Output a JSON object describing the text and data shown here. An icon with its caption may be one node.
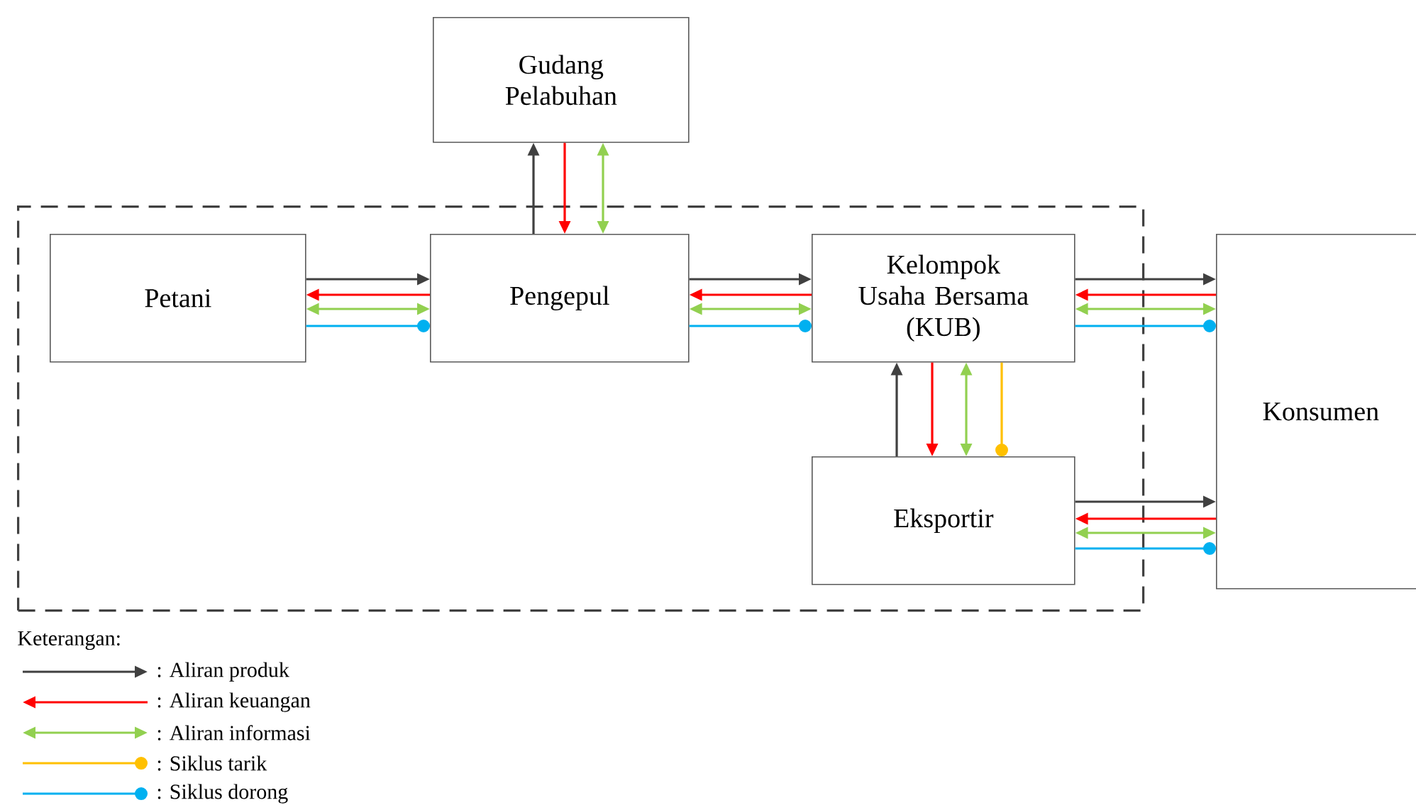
{
  "diagram": {
    "nodes": [
      {
        "text": [
          "Gudang Pelabuhan"
        ]
      },
      {
        "text": [],
        "shape": "box"
      },
      {
        "text": [
          "Petani"
        ],
        "in": 1
      },
      {
        "text": [
          "Pengepul"
        ],
        "in": 1
      },
      {
        "text": [
          "Kelompok Usaha Bersama (KUB)"
        ],
        "in": 1
      },
      {
        "text": [
          "Eksportir"
        ],
        "in": 1
      },
      {
        "text": [
          "Konsumen"
        ]
      }
    ],
    "edges": [
      {
        "from": 2,
        "to": 3,
        "arrow": "to",
        "color": "#404040"
      },
      {
        "from": 3,
        "to": 2,
        "arrow": "to",
        "color": "#ff0000"
      },
      {
        "from": 2,
        "to": 3,
        "arrow": "both",
        "color": "#92d050"
      },
      {
        "from": 2,
        "to": 3,
        "arrow": "other",
        "color": "#00b0f0"
      },
      {
        "from": 3,
        "to": 0,
        "arrow": "to",
        "color": "#404040"
      },
      {
        "from": 0,
        "to": 3,
        "arrow": "to",
        "color": "#ff0000"
      },
      {
        "from": 3,
        "to": 0,
        "arrow": "both",
        "color": "#92d050"
      },
      {
        "from": 3,
        "to": 4,
        "arrow": "to",
        "color": "#404040"
      },
      {
        "from": 4,
        "to": 3,
        "arrow": "to",
        "color": "#ff0000"
      },
      {
        "from": 3,
        "to": 4,
        "arrow": "both",
        "color": "#92d050"
      },
      {
        "from": 3,
        "to": 4,
        "arrow": "other",
        "color": "#00b0f0"
      },
      {
        "from": 4,
        "to": 6,
        "arrow": "to",
        "color": "#404040"
      },
      {
        "from": 6,
        "to": 4,
        "arrow": "to",
        "color": "#ff0000"
      },
      {
        "from": 4,
        "to": 6,
        "arrow": "both",
        "color": "#92d050"
      },
      {
        "from": 4,
        "to": 6,
        "arrow": "other",
        "color": "#00b0f0"
      },
      {
        "from": 5,
        "to": 4,
        "arrow": "to",
        "color": "#404040"
      },
      {
        "from": 4,
        "to": 5,
        "arrow": "to",
        "color": "#ff0000"
      },
      {
        "from": 4,
        "to": 5,
        "arrow": "both",
        "color": "#92d050"
      },
      {
        "from": 4,
        "to": 5,
        "arrow": "other",
        "color": "#ffc000"
      },
      {
        "from": 5,
        "to": 6,
        "arrow": "to",
        "color": "#404040"
      },
      {
        "from": 6,
        "to": 5,
        "arrow": "to",
        "color": "#ff0000"
      },
      {
        "from": 5,
        "to": 6,
        "arrow": "both",
        "color": "#92d050"
      },
      {
        "from": 5,
        "to": 6,
        "arrow": "other",
        "color": "#00b0f0"
      }
    ],
    "labels": [
      "Keterangan:"
    ],
    "legend": [
      {
        "text": ": Aliran produk"
      },
      {
        "text": ": Aliran keuangan"
      },
      {
        "text": ": Aliran informasi"
      },
      {
        "text": ": Siklus tarik"
      },
      {
        "text": ": Siklus dorong"
      }
    ]
  }
}
